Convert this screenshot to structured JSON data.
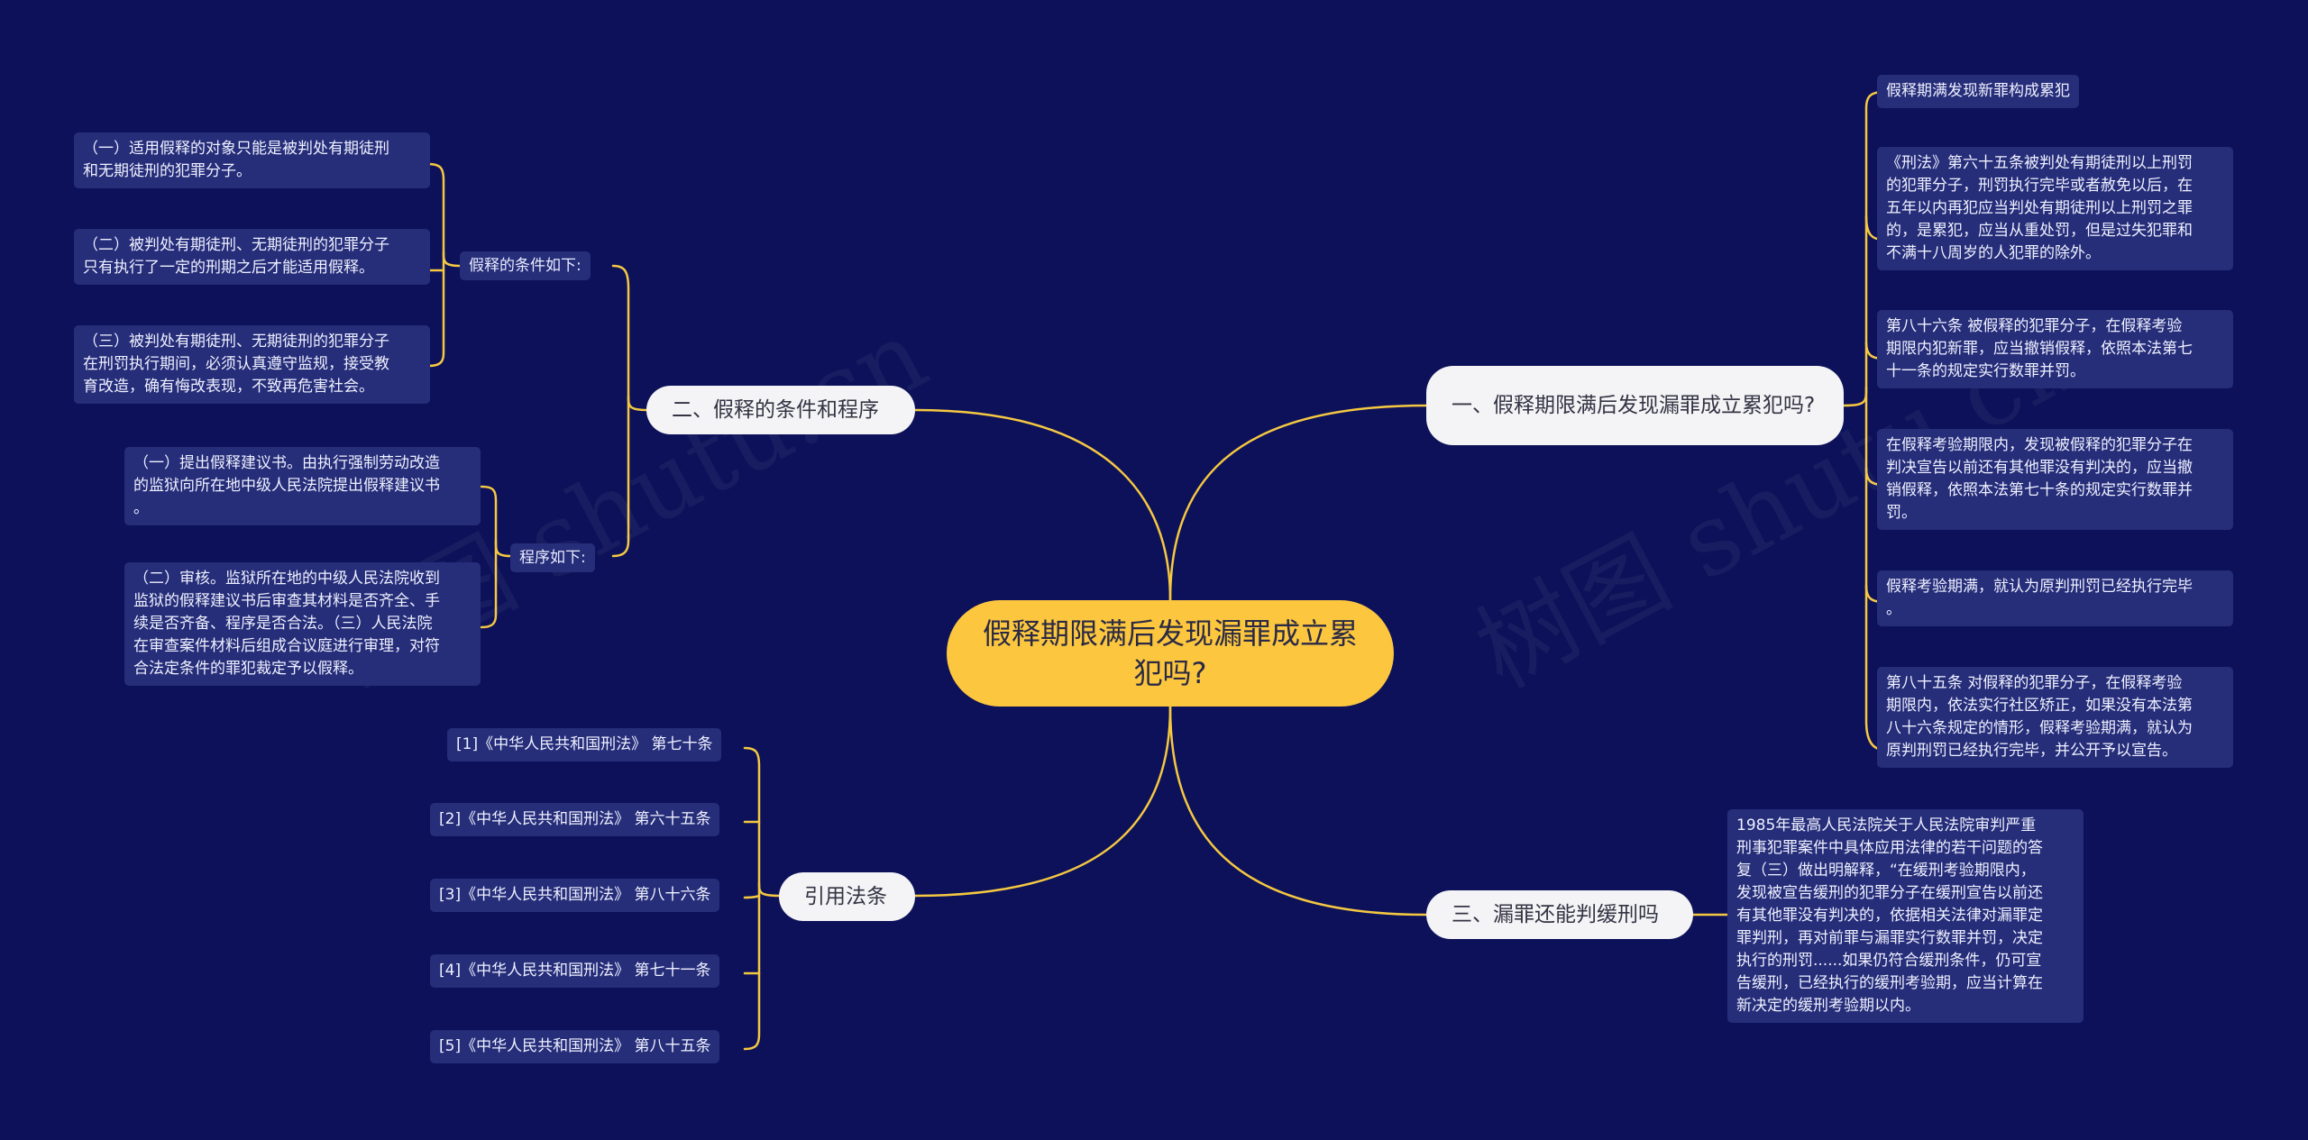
{
  "root": {
    "label": "假释期限满后发现漏罪成立累犯吗?"
  },
  "branches": {
    "b1": {
      "label": "一、假释期限满后发现漏罪成立累犯吗?",
      "leaves": [
        "假释期满发现新罪构成累犯",
        "《刑法》第六十五条被判处有期徒刑以上刑罚\n的犯罪分子，刑罚执行完毕或者赦免以后，在\n五年以内再犯应当判处有期徒刑以上刑罚之罪\n的，是累犯，应当从重处罚，但是过失犯罪和\n不满十八周岁的人犯罪的除外。",
        "第八十六条  被假释的犯罪分子，在假释考验\n期限内犯新罪，应当撤销假释，依照本法第七\n十一条的规定实行数罪并罚。",
        "在假释考验期限内，发现被假释的犯罪分子在\n判决宣告以前还有其他罪没有判决的，应当撤\n销假释，依照本法第七十条的规定实行数罪并\n罚。",
        "假释考验期满，就认为原判刑罚已经执行完毕\n。",
        "第八十五条  对假释的犯罪分子，在假释考验\n期限内，依法实行社区矫正，如果没有本法第\n八十六条规定的情形，假释考验期满，就认为\n原判刑罚已经执行完毕，并公开予以宣告。"
      ]
    },
    "b2": {
      "label": "二、假释的条件和程序",
      "sub1": {
        "label": "假释的条件如下:",
        "leaves": [
          "（一）适用假释的对象只能是被判处有期徒刑\n和无期徒刑的犯罪分子。",
          "（二）被判处有期徒刑、无期徒刑的犯罪分子\n只有执行了一定的刑期之后才能适用假释。",
          "（三）被判处有期徒刑、无期徒刑的犯罪分子\n在刑罚执行期间，必须认真遵守监规，接受教\n育改造，确有悔改表现，不致再危害社会。"
        ]
      },
      "sub2": {
        "label": "程序如下:",
        "leaves": [
          "（一）提出假释建议书。由执行强制劳动改造\n的监狱向所在地中级人民法院提出假释建议书\n。",
          "（二）审核。监狱所在地的中级人民法院收到\n监狱的假释建议书后审查其材料是否齐全、手\n续是否齐备、程序是否合法。（三）人民法院\n在审查案件材料后组成合议庭进行审理，对符\n合法定条件的罪犯裁定予以假释。"
        ]
      }
    },
    "b3": {
      "label": "三、漏罪还能判缓刑吗",
      "leaves": [
        "1985年最高人民法院关于人民法院审判严重\n刑事犯罪案件中具体应用法律的若干问题的答\n复（三）做出明解释，“在缓刑考验期限内，\n发现被宣告缓刑的犯罪分子在缓刑宣告以前还\n有其他罪没有判决的，依据相关法律对漏罪定\n罪判刑，再对前罪与漏罪实行数罪并罚，决定\n执行的刑罚......如果仍符合缓刑条件，仍可宣\n告缓刑，已经执行的缓刑考验期，应当计算在\n新决定的缓刑考验期以内。"
      ]
    },
    "b4": {
      "label": "引用法条",
      "leaves": [
        "[1]《中华人民共和国刑法》 第七十条",
        "[2]《中华人民共和国刑法》 第六十五条",
        "[3]《中华人民共和国刑法》 第八十六条",
        "[4]《中华人民共和国刑法》 第七十一条",
        "[5]《中华人民共和国刑法》 第八十五条"
      ]
    }
  },
  "watermark": "树图 shutu.cn",
  "colors": {
    "background": "#0c1159",
    "root": "#fcc63f",
    "line": "#f5c842",
    "branch": "#f4f4f6",
    "leaf": "#262d79"
  }
}
